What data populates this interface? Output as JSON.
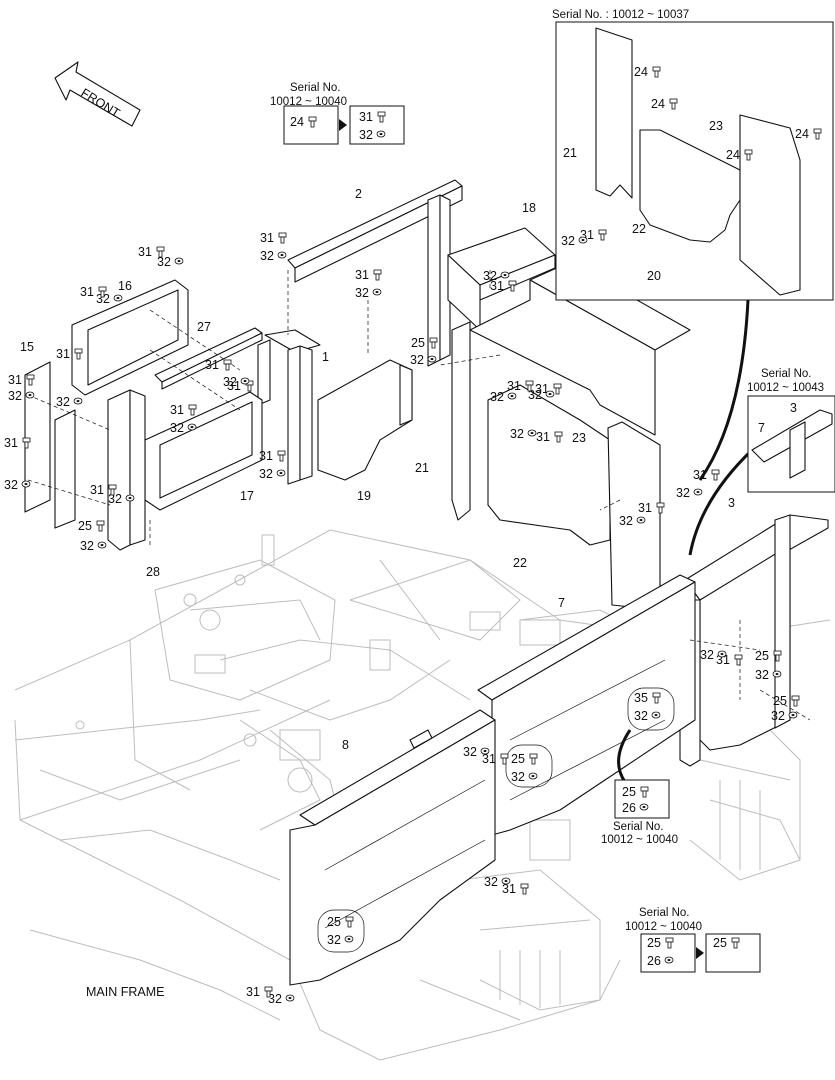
{
  "callouts": {
    "c1": "1",
    "c2": "2",
    "c3": "3",
    "c3b": "3",
    "c7": "7",
    "c7b": "7",
    "c8": "8",
    "c15": "15",
    "c16": "16",
    "c17": "17",
    "c18": "18",
    "c19": "19",
    "c20": "20",
    "c21": "21",
    "c21b": "21",
    "c22": "22",
    "c22b": "22",
    "c23": "23",
    "c23b": "23",
    "c24a": "24",
    "c24b": "24",
    "c24c": "24",
    "c24d": "24",
    "c24e": "24",
    "c25a": "25",
    "c25b": "25",
    "c25c": "25",
    "c25d": "25",
    "c25e": "25",
    "c25f": "25",
    "c25g": "25",
    "c25h": "25",
    "c25i": "25",
    "c26a": "26",
    "c26b": "26",
    "c27": "27",
    "c28": "28",
    "c31a": "31",
    "c31b": "31",
    "c31c": "31",
    "c31d": "31",
    "c31e": "31",
    "c31f": "31",
    "c31g": "31",
    "c31h": "31",
    "c31i": "31",
    "c31j": "31",
    "c31k": "31",
    "c31l": "31",
    "c31m": "31",
    "c31n": "31",
    "c31o": "31",
    "c31p": "31",
    "c31q": "31",
    "c31r": "31",
    "c31s": "31",
    "c31t": "31",
    "c31u": "31",
    "c31v": "31",
    "c31w": "31",
    "c31x": "31",
    "c32a": "32",
    "c32b": "32",
    "c32c": "32",
    "c32d": "32",
    "c32e": "32",
    "c32f": "32",
    "c32g": "32",
    "c32h": "32",
    "c32i": "32",
    "c32j": "32",
    "c32k": "32",
    "c32l": "32",
    "c32m": "32",
    "c32n": "32",
    "c32o": "32",
    "c32p": "32",
    "c32q": "32",
    "c32r": "32",
    "c32s": "32",
    "c32t": "32",
    "c32u": "32",
    "c32v": "32",
    "c32w": "32",
    "c32x": "32",
    "c32y": "32",
    "c32z": "32",
    "c32aa": "32",
    "c32ab": "32",
    "c32ac": "32",
    "c32ad": "32",
    "c35": "35"
  },
  "serial_notes": {
    "top_right": "Serial No. : 10012 ~ 10037",
    "mid_right_title": "Serial No.",
    "mid_right_range": "10012 ~ 10043",
    "top_left_title": "Serial No.",
    "top_left_range": "10012 ~ 10040",
    "mid_title": "Serial No.",
    "mid_range": "10012 ~ 10040",
    "bottom_title": "Serial No.",
    "bottom_range": "10012 ~ 10040"
  },
  "front_label": "FRONT",
  "main_frame_label": "MAIN FRAME",
  "icons": {
    "front": "front-arrow-icon",
    "replace": "replace-arrow-icon",
    "bolt": "bolt-icon",
    "washer": "washer-icon"
  }
}
